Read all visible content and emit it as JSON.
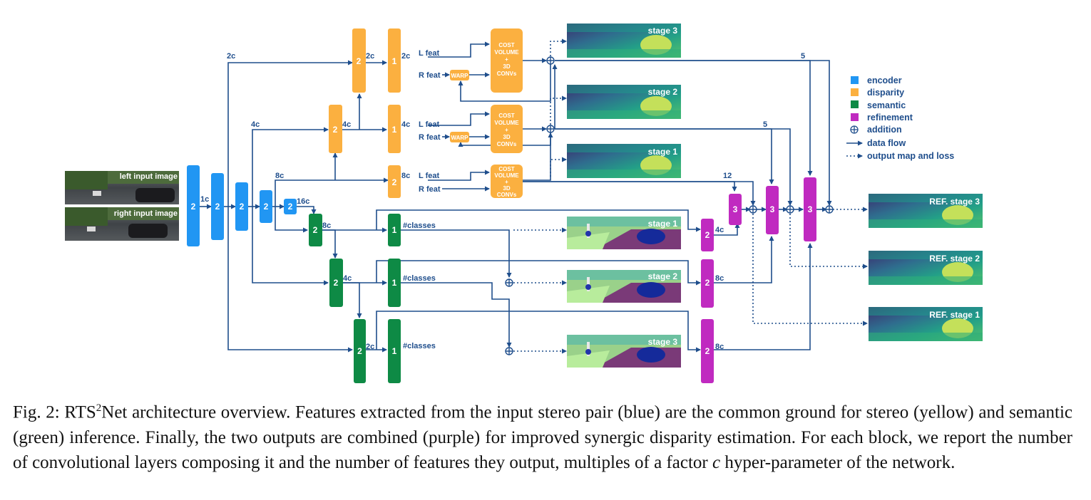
{
  "inputs": {
    "left": "left input image",
    "right": "right input image"
  },
  "blocks": {
    "encoder": [
      "2",
      "2",
      "2",
      "2",
      "2"
    ],
    "disparity": [
      "2",
      "1",
      "2",
      "1",
      "2"
    ],
    "semantic": [
      "2",
      "1",
      "2",
      "1",
      "2",
      "1"
    ],
    "refinement": [
      "2",
      "2",
      "2",
      "3",
      "3",
      "3"
    ]
  },
  "feature_labels": {
    "enc": [
      "1c",
      "16c",
      "8c",
      "4c",
      "2c"
    ],
    "disp": [
      "2c",
      "2c",
      "4c",
      "4c",
      "8c"
    ],
    "sem": [
      "8c",
      "4c",
      "2c"
    ],
    "ref": [
      "4c",
      "8c",
      "8c"
    ],
    "fuse": [
      "5",
      "5",
      "12"
    ],
    "classes": [
      "#classes",
      "#classes",
      "#classes"
    ]
  },
  "stereo": {
    "lfeat": "L feat",
    "rfeat": "R feat",
    "warp": "WARP",
    "cost": [
      "COST",
      "VOLUME",
      "+",
      "3D",
      "CONVs"
    ]
  },
  "disp_outputs": [
    "stage 3",
    "stage 2",
    "stage 1"
  ],
  "sem_outputs": [
    "stage 1",
    "stage 2",
    "stage 3"
  ],
  "ref_outputs": [
    "REF. stage 3",
    "REF. stage 2",
    "REF. stage 1"
  ],
  "legend": [
    {
      "label": "encoder",
      "color": "#2196f3"
    },
    {
      "label": "disparity",
      "color": "#fbb040"
    },
    {
      "label": "semantic",
      "color": "#0e8a45"
    },
    {
      "label": "refinement",
      "color": "#c02ac0"
    },
    {
      "label": "addition"
    },
    {
      "label": "data flow"
    },
    {
      "label": "output map and loss"
    }
  ],
  "colors": {
    "encoder": "#2196f3",
    "disparity": "#fbb040",
    "semantic": "#0e8a45",
    "refinement": "#c02ac0",
    "line": "#1f4e8c"
  },
  "caption": {
    "fig": "Fig. 2: RTS",
    "sup": "2",
    "before_c": "Net architecture overview. Features extracted from the input stereo pair (blue) are the common ground for stereo (yellow) and semantic (green) inference. Finally, the two outputs are combined (purple) for improved synergic disparity estimation. For each block, we report the number of convolutional layers composing it and the number of features they output, multiples of a factor ",
    "var": "c",
    "after_c": " hyper-parameter of the network."
  }
}
